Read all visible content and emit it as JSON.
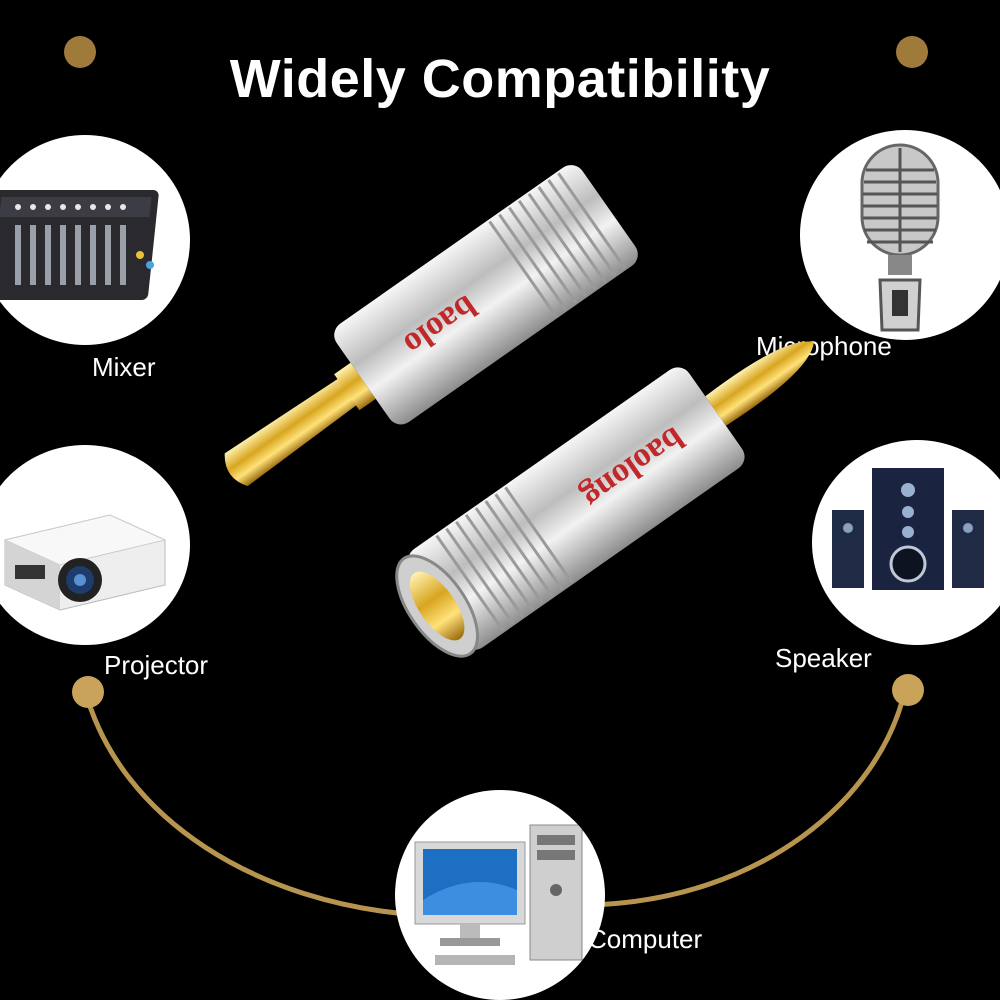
{
  "title": "Widely Compatibility",
  "devices": {
    "mixer": "Mixer",
    "microphone": "Microphone",
    "projector": "Projector",
    "speaker": "Speaker",
    "computer": "Computer"
  },
  "plugs": {
    "brand_text_left": "baolo",
    "brand_text_right": "baolong"
  },
  "colors": {
    "background": "#000000",
    "cable": "#b8954f",
    "node": "#a07a3a",
    "gold": "#d8a520",
    "silver": "#d9d9d9",
    "brand_red": "#c0282a"
  }
}
